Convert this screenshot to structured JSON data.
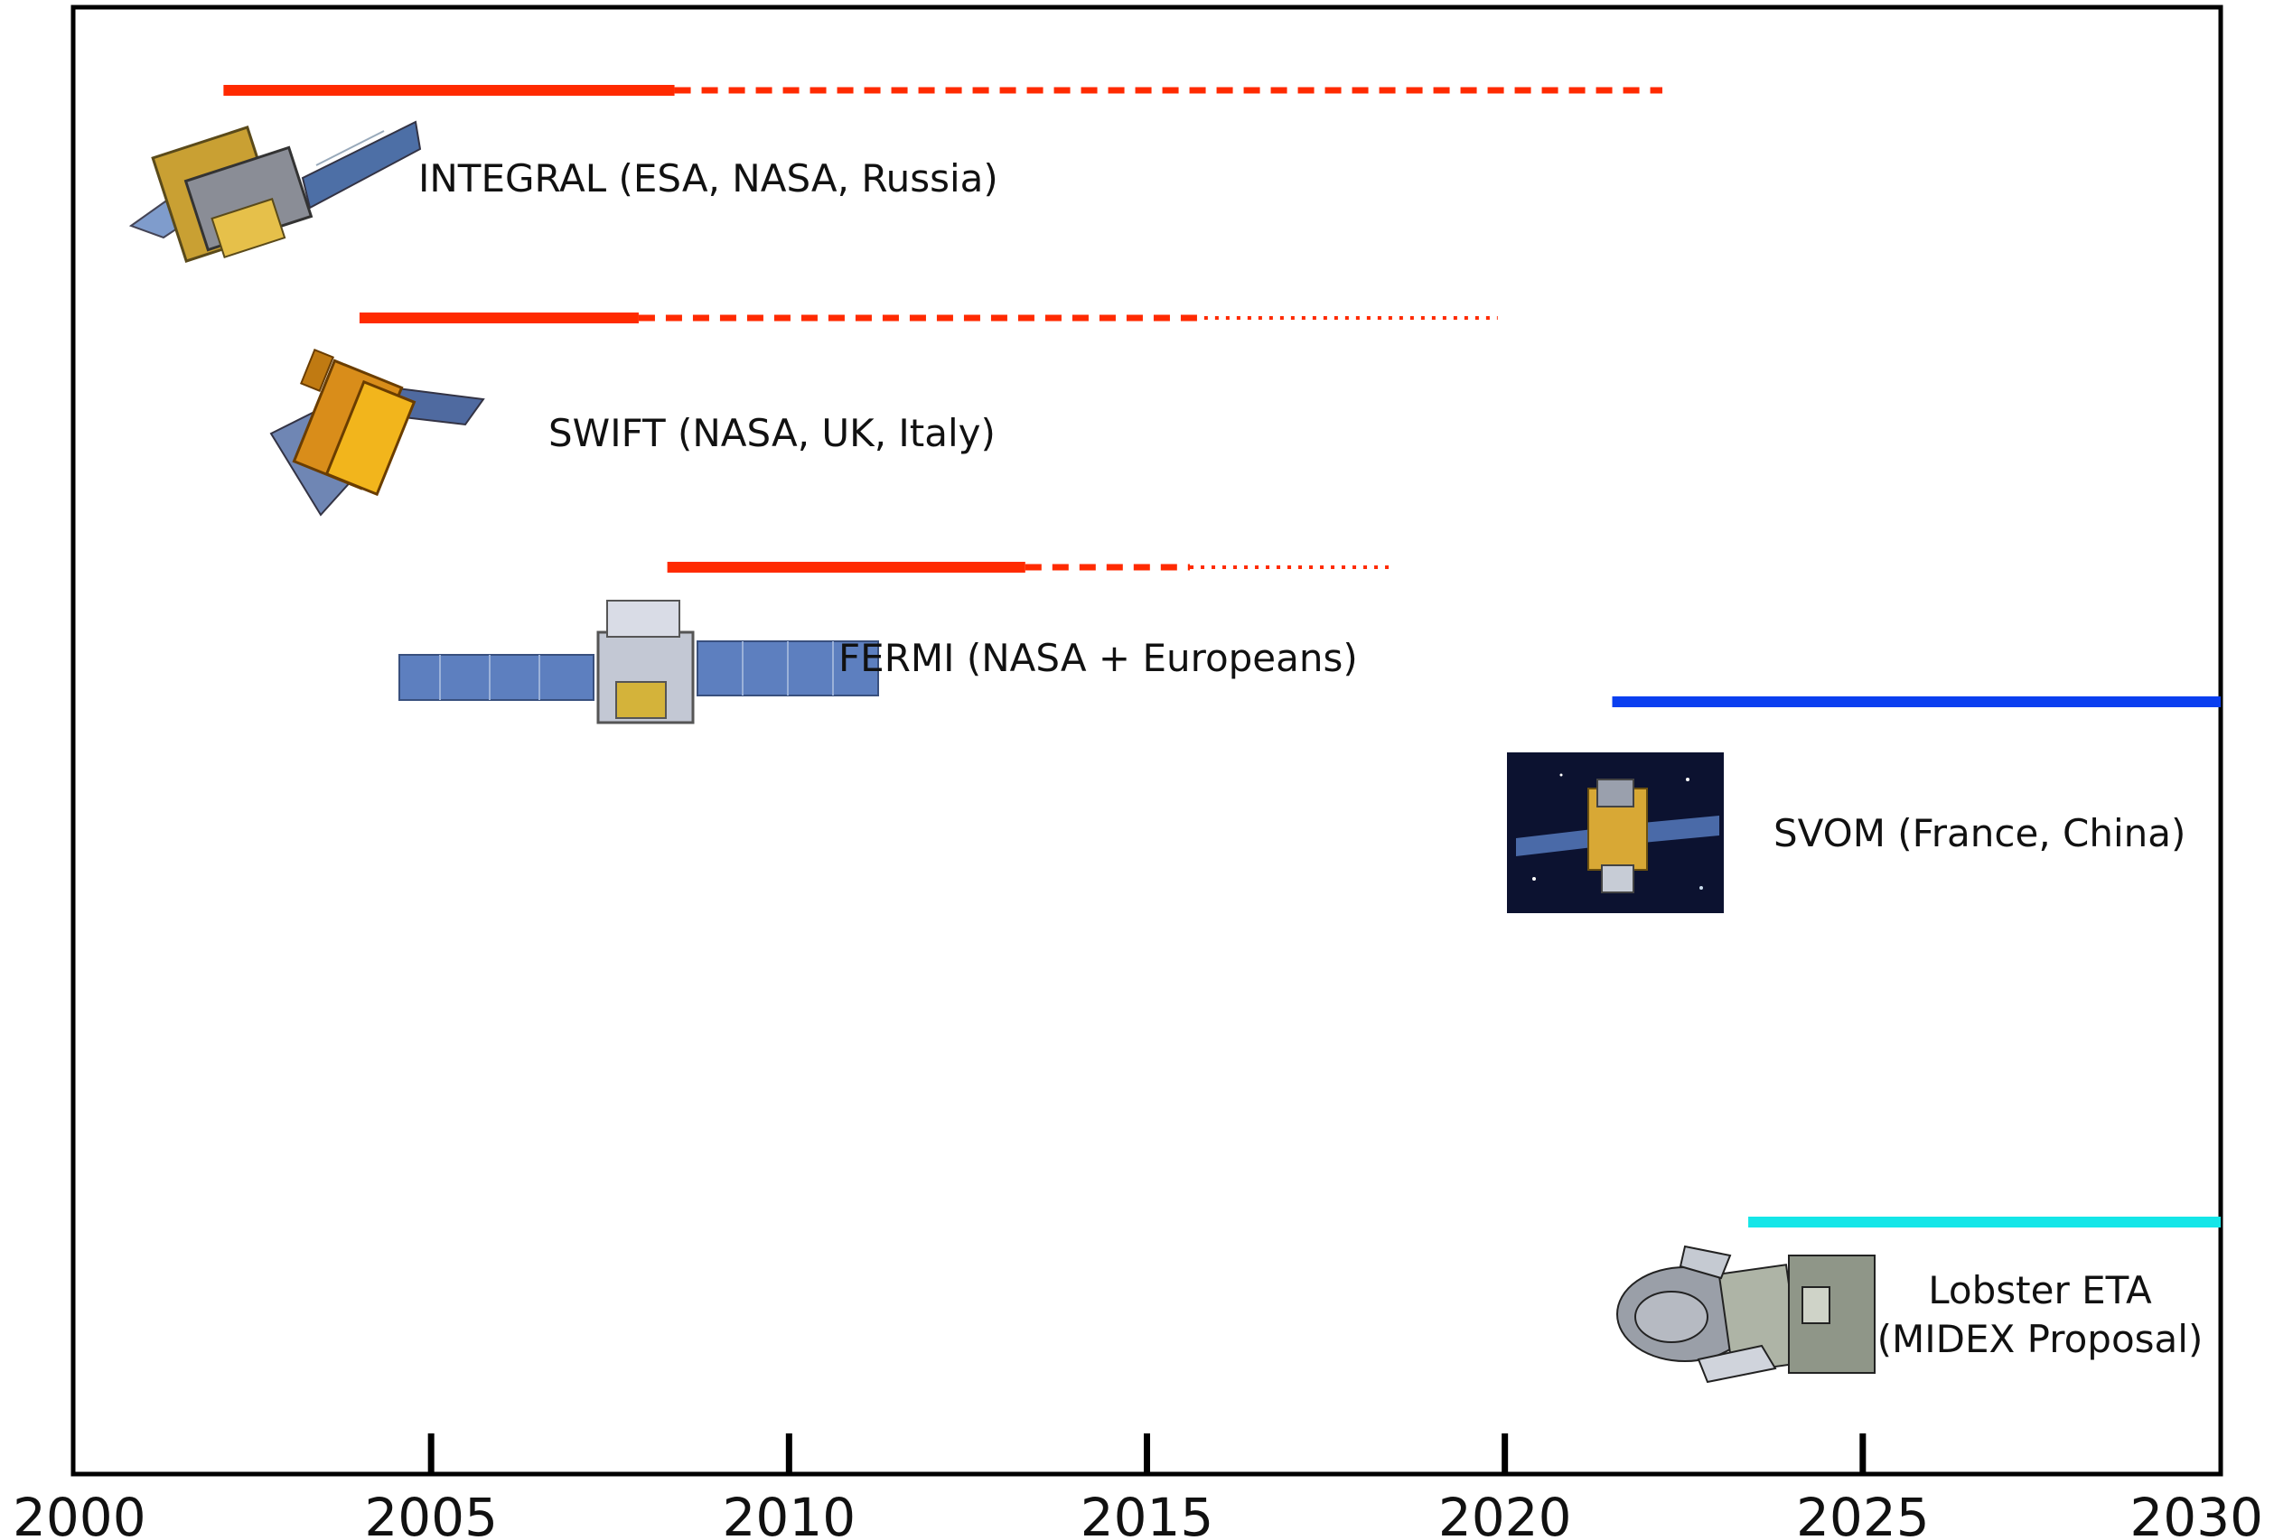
{
  "chart_data": {
    "type": "timeline",
    "title": "",
    "xlabel": "",
    "ylabel": "",
    "xlim": [
      2000,
      2030
    ],
    "x_ticks": [
      2000,
      2005,
      2010,
      2015,
      2020,
      2025,
      2030
    ],
    "x_tick_labels": [
      "2000",
      "2005",
      "2010",
      "2015",
      "2020",
      "2025",
      "2030"
    ],
    "grid": false,
    "missions": [
      {
        "id": "integral",
        "label": "INTEGRAL (ESA, NASA, Russia)",
        "color": "#ff2a00",
        "segments": [
          {
            "start": 2002.1,
            "end": 2008.4,
            "style": "solid"
          },
          {
            "start": 2008.4,
            "end": 2022.2,
            "style": "dashed"
          }
        ],
        "icon": "integral-satellite-icon"
      },
      {
        "id": "swift",
        "label": "SWIFT (NASA, UK, Italy)",
        "color": "#ff2a00",
        "segments": [
          {
            "start": 2004.0,
            "end": 2007.9,
            "style": "solid"
          },
          {
            "start": 2007.9,
            "end": 2015.8,
            "style": "dashed"
          },
          {
            "start": 2015.8,
            "end": 2019.9,
            "style": "dotted"
          }
        ],
        "icon": "swift-satellite-icon"
      },
      {
        "id": "fermi",
        "label": "FERMI (NASA + Europeans)",
        "color": "#ff2a00",
        "segments": [
          {
            "start": 2008.3,
            "end": 2013.3,
            "style": "solid"
          },
          {
            "start": 2013.3,
            "end": 2015.6,
            "style": "dashed"
          },
          {
            "start": 2015.6,
            "end": 2018.4,
            "style": "dotted"
          }
        ],
        "icon": "fermi-satellite-icon"
      },
      {
        "id": "svom",
        "label": "SVOM (France, China)",
        "color": "#0a3ff0",
        "segments": [
          {
            "start": 2021.5,
            "end": 2030.0,
            "style": "solid"
          }
        ],
        "icon": "svom-satellite-icon"
      },
      {
        "id": "lobster",
        "label_lines": [
          "Lobster ETA",
          "(MIDEX Proposal)"
        ],
        "color": "#15e6e8",
        "segments": [
          {
            "start": 2023.4,
            "end": 2030.0,
            "style": "solid"
          }
        ],
        "icon": "lobster-satellite-icon"
      }
    ]
  }
}
